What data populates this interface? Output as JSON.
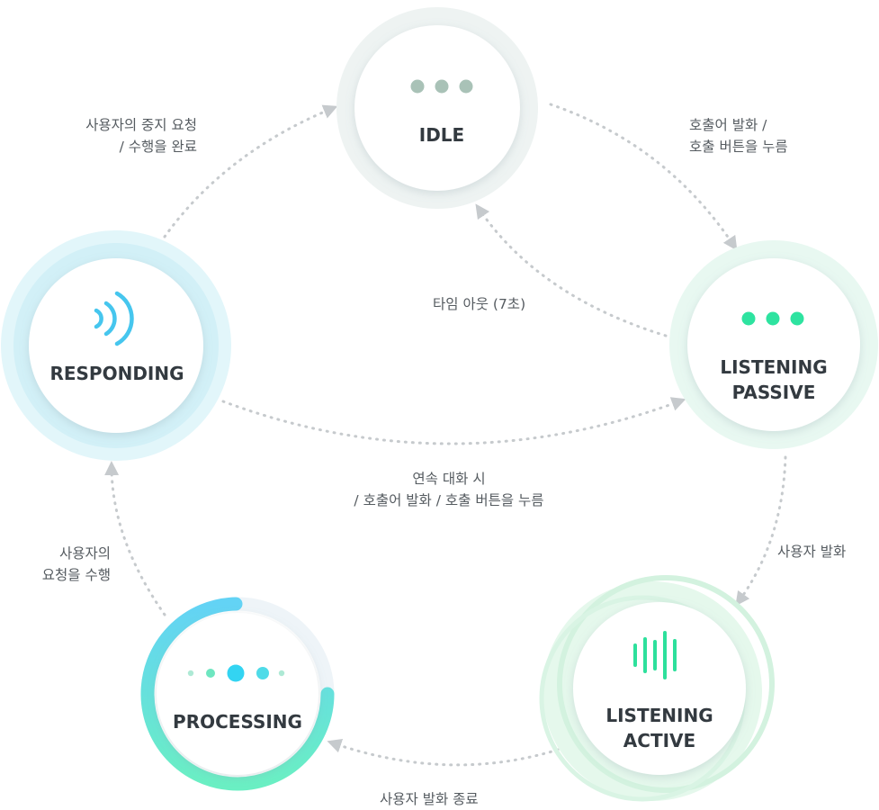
{
  "colors": {
    "idle": "#a9c2b7",
    "listening_passive": "#2ee3a0",
    "listening_active": "#2de09c",
    "processing_start": "#63d3f5",
    "processing_end": "#6aefc3",
    "responding": "#46c6ee",
    "connector": "#c6cacd",
    "text": "#333a40",
    "edge_text": "#555b60"
  },
  "states": {
    "idle": {
      "label": "IDLE",
      "icon": "three-dots-icon"
    },
    "listening_passive": {
      "label_line1": "LISTENING",
      "label_line2": "PASSIVE",
      "icon": "three-dots-icon"
    },
    "listening_active": {
      "label_line1": "LISTENING",
      "label_line2": "ACTIVE",
      "icon": "waveform-icon"
    },
    "processing": {
      "label": "PROCESSING",
      "icon": "processing-dots-icon"
    },
    "responding": {
      "label": "RESPONDING",
      "icon": "sound-waves-icon"
    }
  },
  "transitions": {
    "idle_to_passive": {
      "line1": "호출어 발화 /",
      "line2": "호출 버튼을 누름"
    },
    "passive_to_idle": {
      "line1": "타임 아웃 (7초)"
    },
    "passive_to_active": {
      "line1": "사용자 발화"
    },
    "active_to_processing": {
      "line1": "사용자 발화 종료"
    },
    "processing_to_responding": {
      "line1": "사용자의",
      "line2": "요청을 수행"
    },
    "responding_to_idle": {
      "line1": "사용자의 중지 요청",
      "line2": "/ 수행을 완료"
    },
    "responding_to_passive": {
      "line1": "연속 대화 시",
      "line2": "/ 호출어 발화 / 호출 버튼을 누름"
    }
  }
}
